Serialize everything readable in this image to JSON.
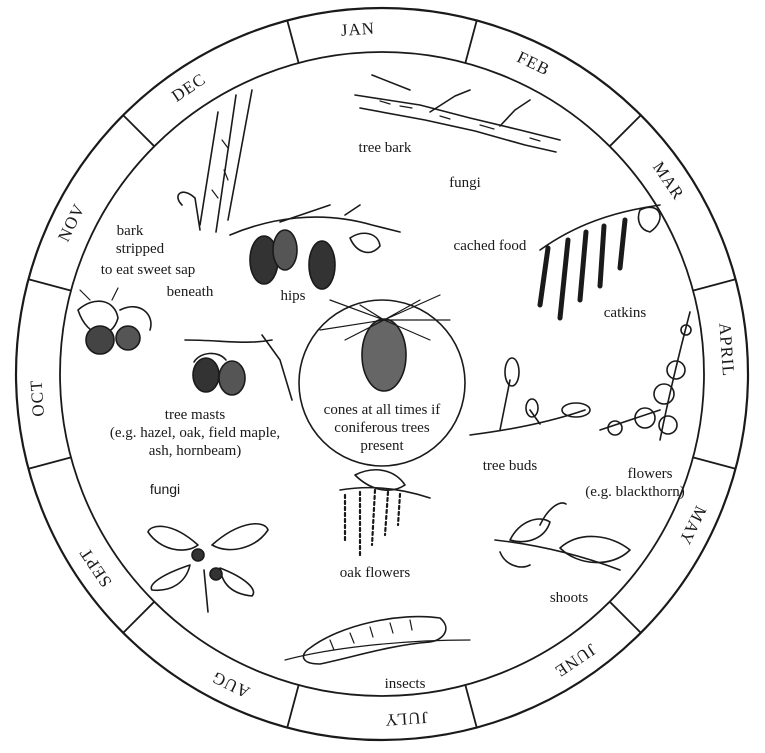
{
  "months": [
    "JAN",
    "FEB",
    "MAR",
    "APRIL",
    "MAY",
    "JUNE",
    "JULY",
    "AUG",
    "SEPT",
    "OCT",
    "NOV",
    "DEC"
  ],
  "center": {
    "line1": "cones at all times if",
    "line2": "coniferous trees",
    "line3": "present"
  },
  "labels": {
    "tree_bark": "tree bark",
    "fungi_top": "fungi",
    "cached_food": "cached food",
    "catkins": "catkins",
    "flowers_line1": "flowers",
    "flowers_line2": "(e.g. blackthorn)",
    "tree_buds": "tree buds",
    "shoots": "shoots",
    "insects": "insects",
    "oak_flowers": "oak flowers",
    "fungi_left": "fungi",
    "masts_line1": "tree masts",
    "masts_line2": "(e.g. hazel, oak, field maple,",
    "masts_line3": "ash, hornbeam)",
    "hips": "hips",
    "bark_line1": "bark",
    "bark_line2": "stripped",
    "bark_line3": "to eat sweet sap",
    "bark_line4": "beneath"
  },
  "colors": {
    "ink": "#1a1a1a",
    "paper": "#ffffff"
  }
}
